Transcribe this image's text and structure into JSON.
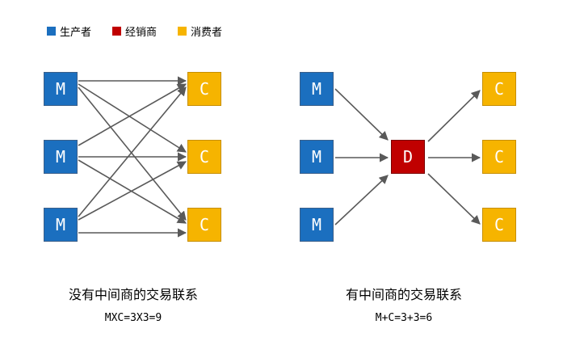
{
  "legend": {
    "items": [
      {
        "label": "生产者",
        "color": "#1b6fbf"
      },
      {
        "label": "经销商",
        "color": "#c00000"
      },
      {
        "label": "消费者",
        "color": "#f6b400"
      }
    ]
  },
  "left": {
    "producer_label": "M",
    "consumer_label": "C",
    "caption": "没有中间商的交易联系",
    "formula": "MXC=3X3=9"
  },
  "right": {
    "producer_label": "M",
    "dealer_label": "D",
    "consumer_label": "C",
    "caption": "有中间商的交易联系",
    "formula": "M+C=3+3=6"
  },
  "colors": {
    "producer": "#1b6fbf",
    "dealer": "#c00000",
    "consumer": "#f6b400",
    "arrow": "#595959"
  }
}
